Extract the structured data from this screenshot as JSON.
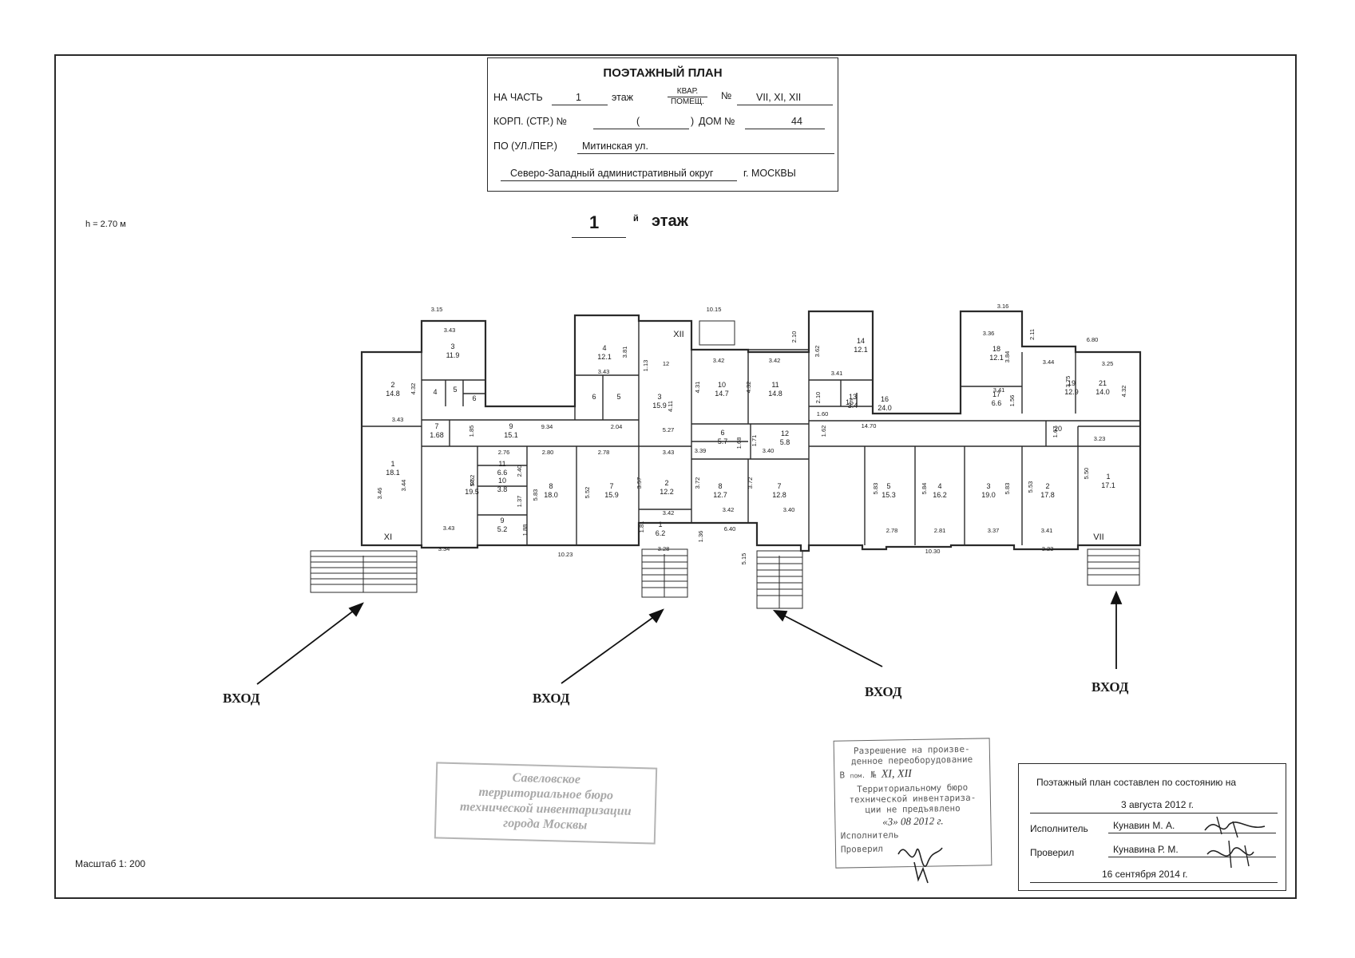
{
  "title_block": {
    "heading": "ПОЭТАЖНЫЙ ПЛАН",
    "na_chast_label": "НА ЧАСТЬ",
    "floor_value": "1",
    "floor_label": "этаж",
    "kvar_label": "КВАР.",
    "pomesch_label": "ПОМЕЩ.",
    "number_sign": "№",
    "rooms_value": "VII, XI, XII",
    "korp_label": "КОРП. (СТР.) №",
    "korp_value": "(",
    "korp_close": ")",
    "dom_label": "ДОМ №",
    "dom_value": "44",
    "street_label": "ПО (УЛ./ПЕР.)",
    "street_value": "Митинская ул.",
    "district_value": "Северо-Западный административный округ",
    "city_value": "г. МОСКВЫ"
  },
  "ceiling_height": "h = 2.70 м",
  "floor_heading": {
    "number": "1",
    "suffix": "й",
    "word": "этаж"
  },
  "scale": "Масштаб 1: 200",
  "entrances": [
    "ВХОД",
    "ВХОД",
    "ВХОД",
    "ВХОД"
  ],
  "section_labels": [
    "XI",
    "XII",
    "VII"
  ],
  "rooms": [
    {
      "num": "2",
      "area": "14.8"
    },
    {
      "num": "3",
      "area": "11.9"
    },
    {
      "num": "4",
      "area": ""
    },
    {
      "num": "5",
      "area": ""
    },
    {
      "num": "6",
      "area": ""
    },
    {
      "num": "7",
      "area": "1.68"
    },
    {
      "num": "9",
      "area": "15.1"
    },
    {
      "num": "1",
      "area": "18.1"
    },
    {
      "num": "8",
      "area": "19.5"
    },
    {
      "num": "11",
      "area": "6.6"
    },
    {
      "num": "10",
      "area": "3.8"
    },
    {
      "num": "9",
      "area": "5.2"
    },
    {
      "num": "8",
      "area": "18.0"
    },
    {
      "num": "7",
      "area": "15.9"
    },
    {
      "num": "4",
      "area": "12.1"
    },
    {
      "num": "6",
      "area": ""
    },
    {
      "num": "5",
      "area": ""
    },
    {
      "num": "3",
      "area": "15.9"
    },
    {
      "num": "2",
      "area": "12.2"
    },
    {
      "num": "1",
      "area": "6.2"
    },
    {
      "num": "10",
      "area": "14.7"
    },
    {
      "num": "11",
      "area": "14.8"
    },
    {
      "num": "6",
      "area": "5.7"
    },
    {
      "num": "12",
      "area": "5.8"
    },
    {
      "num": "8",
      "area": "12.7"
    },
    {
      "num": "7",
      "area": "12.8"
    },
    {
      "num": "14",
      "area": "12.1"
    },
    {
      "num": "13",
      "area": "3.4"
    },
    {
      "num": "15",
      "area": ""
    },
    {
      "num": "16",
      "area": "24.0"
    },
    {
      "num": "18",
      "area": "12.1"
    },
    {
      "num": "17",
      "area": "6.6"
    },
    {
      "num": "19",
      "area": "12.9"
    },
    {
      "num": "21",
      "area": "14.0"
    },
    {
      "num": "20",
      "area": ""
    },
    {
      "num": "5",
      "area": "15.3"
    },
    {
      "num": "4",
      "area": "16.2"
    },
    {
      "num": "3",
      "area": "19.0"
    },
    {
      "num": "2",
      "area": "17.8"
    },
    {
      "num": "1",
      "area": "17.1"
    }
  ],
  "dimensions": [
    "3.15",
    "3.43",
    "3.43",
    "4.32",
    "1.85",
    "9.34",
    "3.46",
    "3.44",
    "5.52",
    "3.43",
    "3.34",
    "2.76",
    "2.40",
    "1.37",
    "1.88",
    "2.80",
    "5.83",
    "2.78",
    "5.52",
    "10.23",
    "3.81",
    "3.43",
    "1.13",
    "12",
    "2.04",
    "5.27",
    "4.11",
    "3.43",
    "3.57",
    "3.42",
    "1.81",
    "3.28",
    "10.15",
    "3.42",
    "3.42",
    "4.31",
    "4.32",
    "1.71",
    "1.68",
    "3.39",
    "3.40",
    "3.72",
    "3.72",
    "3.42",
    "6.40",
    "3.40",
    "1.36",
    "5.15",
    "2.10",
    "3.62",
    "3.41",
    "2.10",
    "1.60",
    "1.62",
    "14.70",
    "3.16",
    "3.36",
    "3.84",
    "2.11",
    "3.41",
    "1.56",
    "3.44",
    "3.75",
    "6.80",
    "3.25",
    "4.32",
    "1.67",
    "3.23",
    "5.83",
    "5.84",
    "5.83",
    "5.53",
    "5.50",
    "2.78",
    "2.81",
    "3.37",
    "3.41",
    "10.30",
    "3.23"
  ],
  "permit_stamp": {
    "line1": "Разрешение на произве-",
    "line2": "денное переоборудование",
    "line3_prefix": "В",
    "line3_small": "пом.",
    "line3_num": "№",
    "line3_value": "XI, XII",
    "line4": "Территориальному бюро",
    "line5": "технической инвентариза-",
    "line6": "ции не предъявлено",
    "date": "«3» 08 2012 г.",
    "executor": "Исполнитель",
    "checked": "Проверил"
  },
  "bti_stamp": {
    "line1": "Савеловское",
    "line2": "территориальное бюро",
    "line3": "технической инвентаризации",
    "line4": "города Москвы"
  },
  "info": {
    "line1": "Поэтажный план составлен по состоянию на",
    "date1": "3 августа 2012 г.",
    "executor_label": "Исполнитель",
    "executor_name": "Кунавин М. А.",
    "checker_label": "Проверил",
    "checker_name": "Кунавина Р. М.",
    "date2": "16 сентября 2014 г."
  }
}
